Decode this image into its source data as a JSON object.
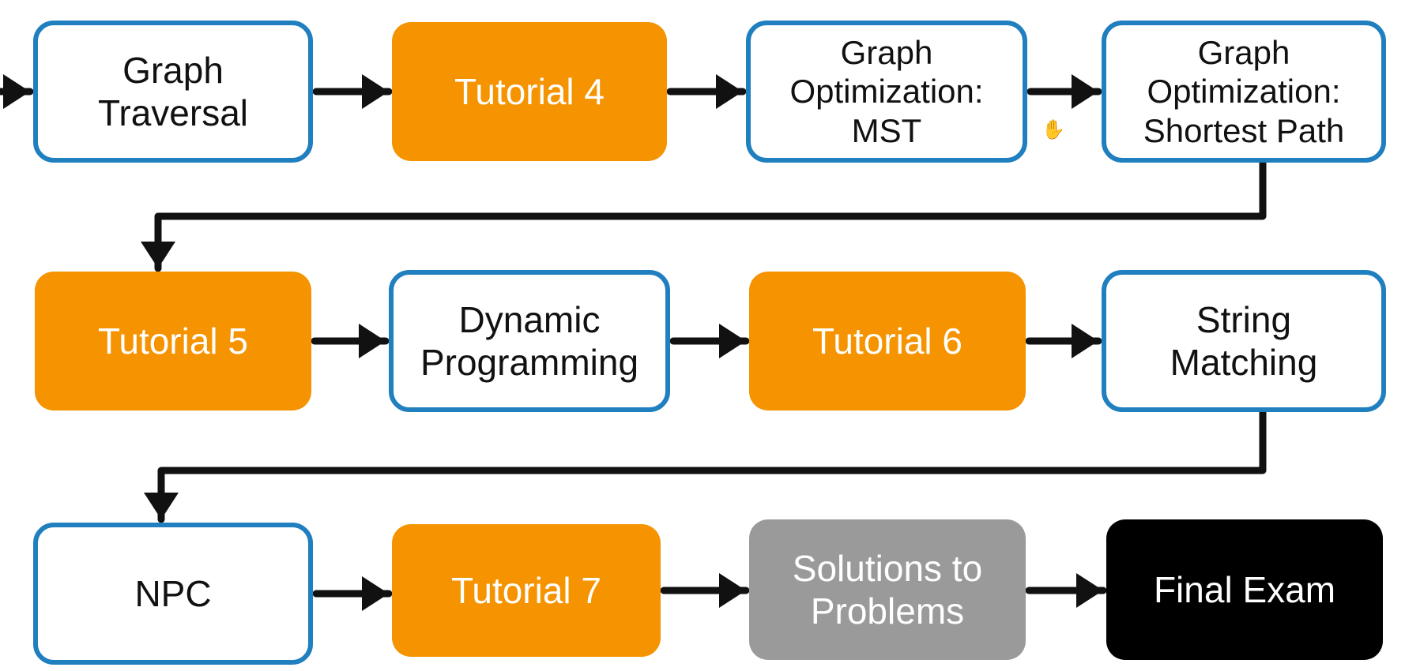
{
  "diagram": {
    "nodes": [
      {
        "id": "graph-traversal",
        "label": "Graph\nTraversal",
        "style": "outline"
      },
      {
        "id": "tutorial-4",
        "label": "Tutorial 4",
        "style": "orange"
      },
      {
        "id": "graph-opt-mst",
        "label": "Graph\nOptimization:\nMST",
        "style": "outline"
      },
      {
        "id": "graph-opt-shortest-path",
        "label": "Graph\nOptimization:\nShortest Path",
        "style": "outline"
      },
      {
        "id": "tutorial-5",
        "label": "Tutorial 5",
        "style": "orange"
      },
      {
        "id": "dynamic-programming",
        "label": "Dynamic\nProgramming",
        "style": "outline"
      },
      {
        "id": "tutorial-6",
        "label": "Tutorial 6",
        "style": "orange"
      },
      {
        "id": "string-matching",
        "label": "String\nMatching",
        "style": "outline"
      },
      {
        "id": "npc",
        "label": "NPC",
        "style": "outline"
      },
      {
        "id": "tutorial-7",
        "label": "Tutorial 7",
        "style": "orange"
      },
      {
        "id": "solutions-to-problems",
        "label": "Solutions to\nProblems",
        "style": "gray"
      },
      {
        "id": "final-exam",
        "label": "Final Exam",
        "style": "black"
      }
    ],
    "edges": [
      {
        "from": null,
        "to": "graph-traversal"
      },
      {
        "from": "graph-traversal",
        "to": "tutorial-4"
      },
      {
        "from": "tutorial-4",
        "to": "graph-opt-mst"
      },
      {
        "from": "graph-opt-mst",
        "to": "graph-opt-shortest-path"
      },
      {
        "from": "graph-opt-shortest-path",
        "to": "tutorial-5"
      },
      {
        "from": "tutorial-5",
        "to": "dynamic-programming"
      },
      {
        "from": "dynamic-programming",
        "to": "tutorial-6"
      },
      {
        "from": "tutorial-6",
        "to": "string-matching"
      },
      {
        "from": "string-matching",
        "to": "npc"
      },
      {
        "from": "npc",
        "to": "tutorial-7"
      },
      {
        "from": "tutorial-7",
        "to": "solutions-to-problems"
      },
      {
        "from": "solutions-to-problems",
        "to": "final-exam"
      }
    ],
    "colors": {
      "outline_border": "#1f7fbf",
      "tutorial_fill": "#f59300",
      "solutions_fill": "#9a9a9a",
      "exam_fill": "#000000",
      "arrow": "#111111"
    },
    "cursor_icon": "hand-cursor-icon"
  }
}
